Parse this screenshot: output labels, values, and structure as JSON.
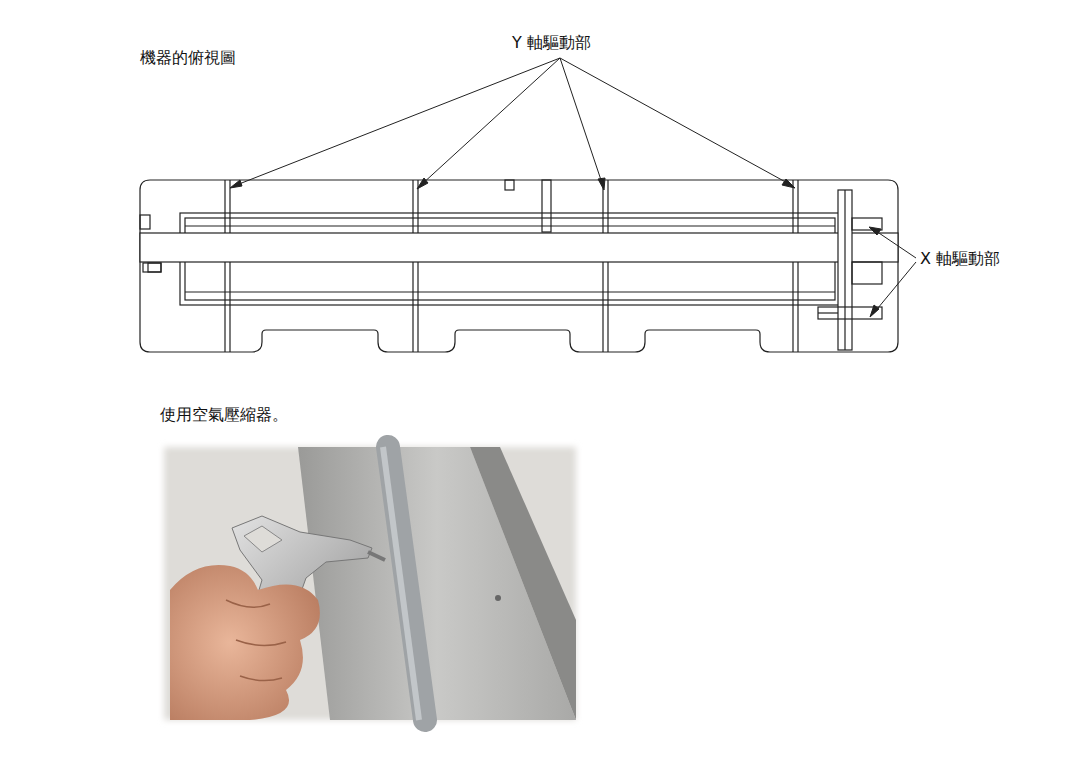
{
  "diagram": {
    "title": "機器的俯視圖",
    "caption": "使用空氣壓縮器。",
    "labels": [
      "Y 軸驅動部",
      "X 軸驅動部"
    ]
  }
}
